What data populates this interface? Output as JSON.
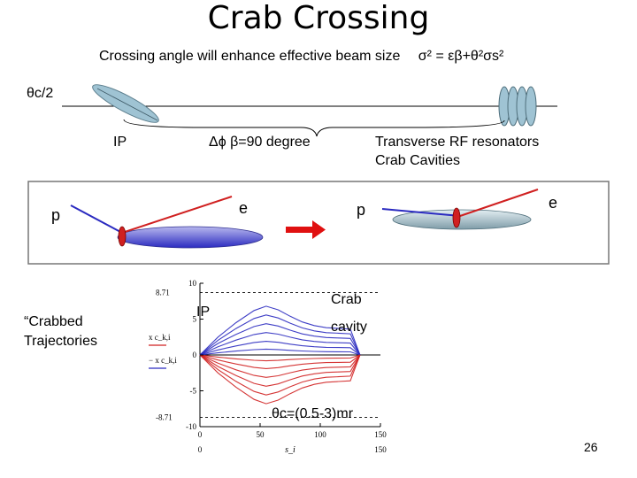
{
  "slide": {
    "title": "Crab Crossing",
    "subtitle": "Crossing angle will enhance effective beam size",
    "formula": "σ² = εβ+θ²σs²",
    "half_angle": "θc/2",
    "ip_label": "IP",
    "phase_label": "Δϕ β=90 degree",
    "rf_line1": "Transverse RF resonators",
    "rf_line2": "Crab Cavities",
    "p_left": "p",
    "e_left": "e",
    "p_right": "p",
    "e_right": "e",
    "crabbed_line1": "“Crabbed",
    "crabbed_line2": "Trajectories",
    "ip_plot_label": "IP",
    "crab_label": "Crab",
    "cavity_label": "cavity",
    "theta_range": "θc=(0.5-3)mr",
    "page_number": "26"
  },
  "colors": {
    "beam_fill": "#9fc3d3",
    "proton_blue": "#3a3acc",
    "electron_red": "#d02020",
    "arrow_red": "#e01010"
  },
  "chart_data": {
    "type": "line",
    "title": "",
    "xlabel": "s_i",
    "ylabel": "x c_k,i",
    "xlim": [
      0,
      150
    ],
    "ylim": [
      -10,
      10
    ],
    "x_ticks": [
      "0",
      "50",
      "100",
      "150"
    ],
    "y_ticks": [
      "10",
      "5",
      "0",
      "-5",
      "-10"
    ],
    "y_extreme_labels": [
      "8.71",
      "-8.71"
    ],
    "x_bottom_labels": [
      "0",
      "150"
    ],
    "legend": [
      "x c_k,i",
      "− x c_k,i"
    ],
    "x": [
      0,
      15,
      30,
      45,
      55,
      65,
      75,
      85,
      95,
      105,
      115,
      125,
      133
    ],
    "series": [
      {
        "name": "x c_k,i",
        "values": [
          0,
          2.5,
          4.5,
          6.2,
          6.8,
          6.3,
          5.4,
          4.6,
          4.1,
          3.8,
          3.7,
          3.6,
          0
        ]
      },
      {
        "name": "− x c_k,i",
        "values": [
          0,
          -2.5,
          -4.5,
          -6.2,
          -6.8,
          -6.3,
          -5.4,
          -4.6,
          -4.1,
          -3.8,
          -3.7,
          -3.6,
          0
        ]
      }
    ]
  }
}
